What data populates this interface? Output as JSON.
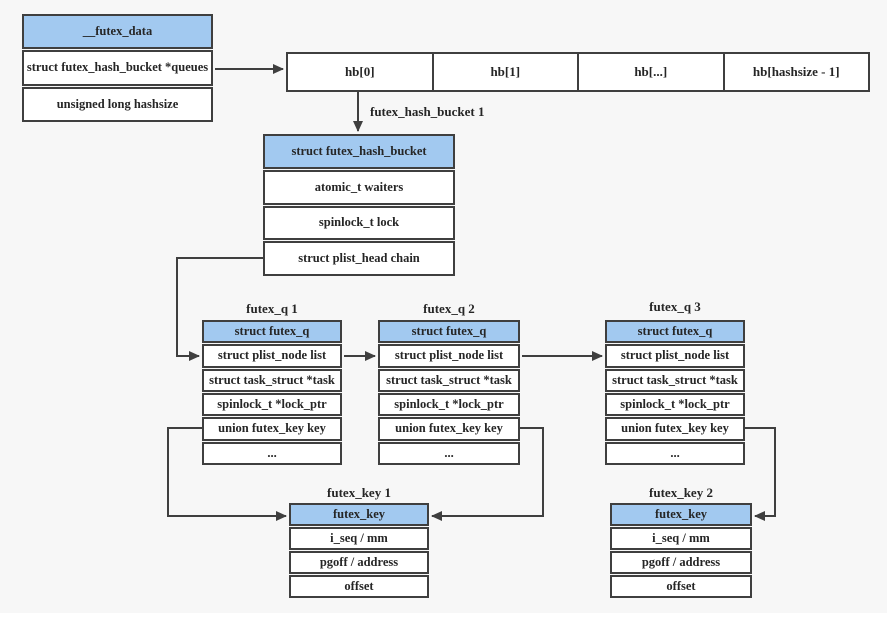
{
  "colors": {
    "background": "#f7f7f7",
    "box_border": "#3f3f3f",
    "header_fill": "#a2c9f0",
    "body_fill": "#ffffff",
    "text": "#262626",
    "arrow": "#3f3f3f"
  },
  "boxes": {
    "futex_data": {
      "header": "__futex_data",
      "rows": [
        "struct futex_hash_bucket *queues",
        "unsigned long hashsize"
      ]
    },
    "hb_array": {
      "cells": [
        "hb[0]",
        "hb[1]",
        "hb[...]",
        "hb[hashsize - 1]"
      ]
    },
    "futex_hash_bucket": {
      "label": "futex_hash_bucket 1",
      "header": "struct futex_hash_bucket",
      "rows": [
        "atomic_t waiters",
        "spinlock_t lock",
        "struct plist_head chain"
      ]
    },
    "futex_q1": {
      "label": "futex_q 1",
      "header": "struct futex_q",
      "rows": [
        "struct plist_node list",
        "struct task_struct *task",
        "spinlock_t *lock_ptr",
        "union futex_key key",
        "..."
      ]
    },
    "futex_q2": {
      "label": "futex_q 2",
      "header": "struct futex_q",
      "rows": [
        "struct plist_node list",
        "struct task_struct *task",
        "spinlock_t *lock_ptr",
        "union futex_key key",
        "..."
      ]
    },
    "futex_q3": {
      "label": "futex_q 3",
      "header": "struct futex_q",
      "rows": [
        "struct plist_node list",
        "struct task_struct *task",
        "spinlock_t *lock_ptr",
        "union futex_key key",
        "..."
      ]
    },
    "futex_key1": {
      "label": "futex_key 1",
      "header": "futex_key",
      "rows": [
        "i_seq / mm",
        "pgoff / address",
        "offset"
      ]
    },
    "futex_key2": {
      "label": "futex_key 2",
      "header": "futex_key",
      "rows": [
        "i_seq / mm",
        "pgoff / address",
        "offset"
      ]
    }
  }
}
